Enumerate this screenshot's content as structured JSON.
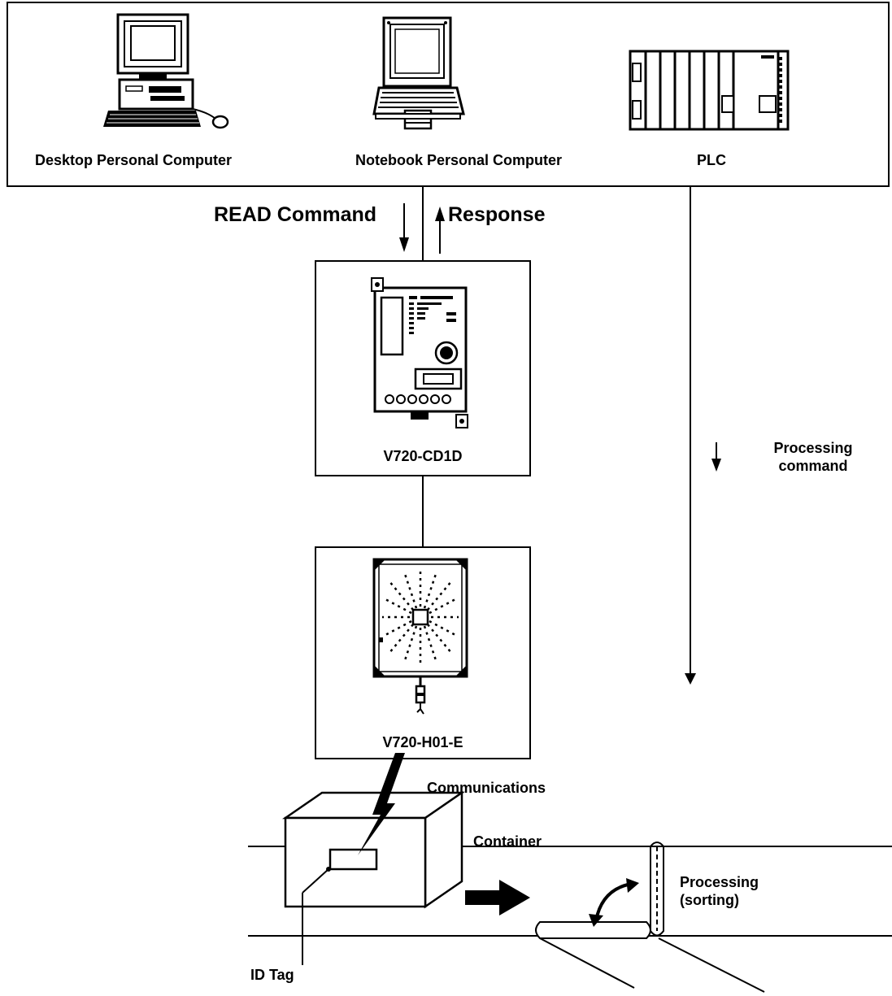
{
  "top_panel": {
    "devices": [
      {
        "label": "Desktop Personal Computer",
        "icon": "desktop-computer-icon"
      },
      {
        "label": "Notebook Personal Computer",
        "icon": "notebook-computer-icon"
      },
      {
        "label": "PLC",
        "icon": "plc-icon"
      }
    ]
  },
  "arrows": {
    "read_command": "READ Command",
    "response": "Response",
    "processing_command": "Processing\ncommand"
  },
  "controller": {
    "label": "V720-CD1D",
    "icon": "controller-unit-icon"
  },
  "antenna": {
    "label": "V720-H01-E",
    "icon": "antenna-unit-icon"
  },
  "conveyor": {
    "communications": "Communications",
    "container": "Container",
    "id_tag": "ID Tag",
    "processing": "Processing\n(sorting)"
  }
}
